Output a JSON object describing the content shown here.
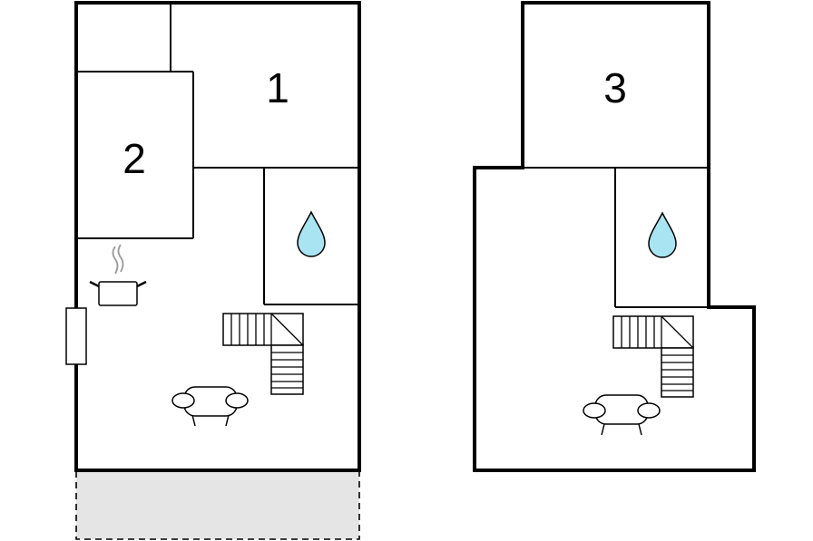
{
  "rooms": {
    "room1": "1",
    "room2": "2",
    "room3": "3"
  },
  "colors": {
    "wall": "#000000",
    "water_drop": "#a9e4f2",
    "terrace": "#e5e5e5",
    "steam": "#999999"
  },
  "icons": [
    "water-drop-icon",
    "cooking-pot-icon",
    "armchair-icon",
    "staircase-icon",
    "window-icon"
  ]
}
